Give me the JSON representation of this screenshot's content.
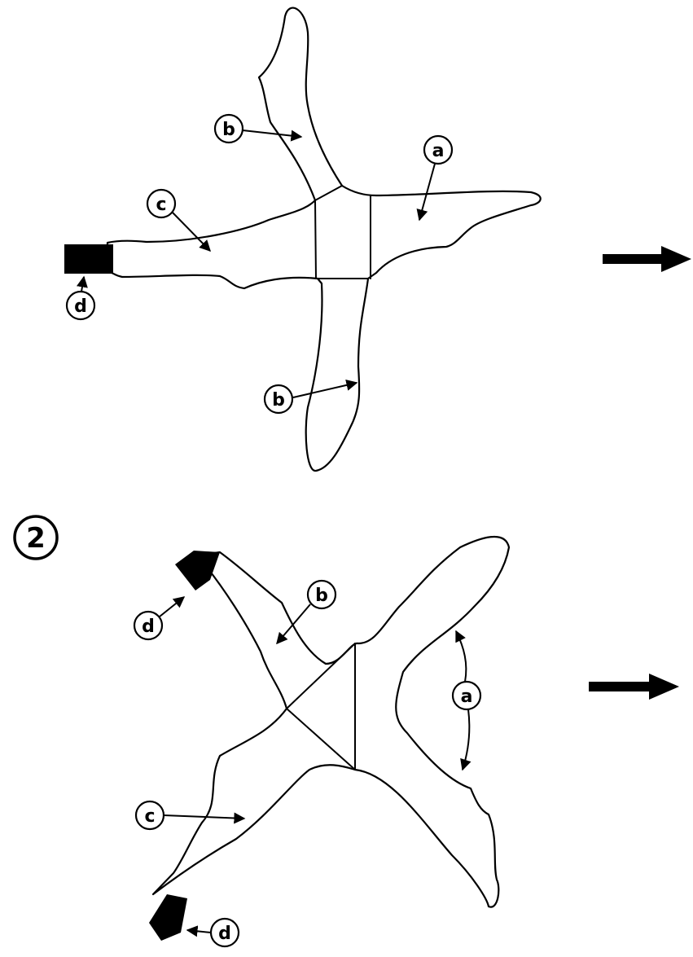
{
  "figure": {
    "step_2_label": "2",
    "labels": {
      "a": "a",
      "b": "b",
      "c": "c",
      "d": "d"
    },
    "icons": {
      "next_step_arrow": "right-arrow-icon"
    }
  }
}
